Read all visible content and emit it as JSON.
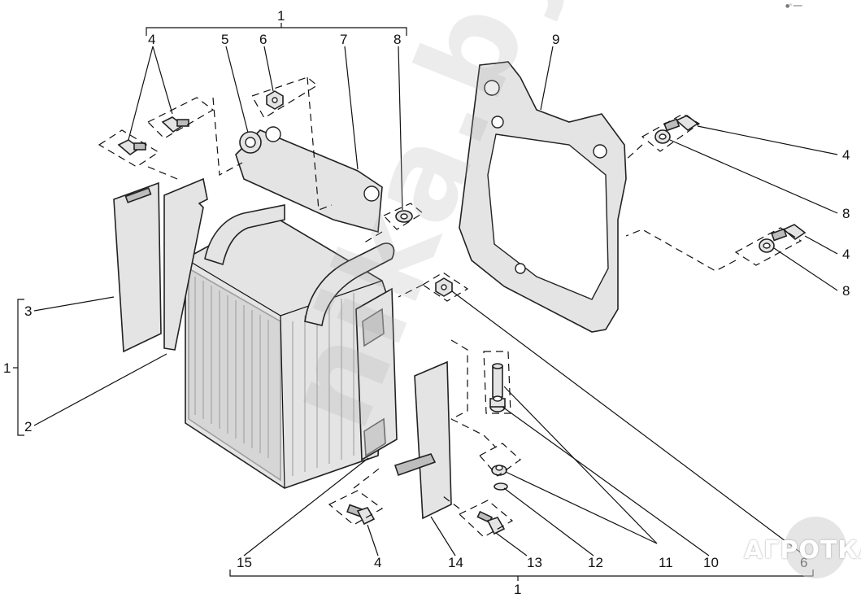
{
  "callouts": {
    "top_group": "1",
    "top_4": "4",
    "top_5": "5",
    "top_6": "6",
    "top_7": "7",
    "top_8": "8",
    "top_9": "9",
    "right_4a": "4",
    "right_8a": "8",
    "right_4b": "4",
    "right_8b": "8",
    "left_3": "3",
    "left_group": "1",
    "left_2": "2",
    "bottom_15": "15",
    "bottom_4": "4",
    "bottom_14": "14",
    "bottom_13": "13",
    "bottom_12": "12",
    "bottom_11": "11",
    "bottom_10": "10",
    "bottom_6": "6",
    "bottom_group": "1"
  },
  "watermark": "nika.by",
  "logo": {
    "text": "АГРОТКА",
    "mark": "●ᴿ ═══"
  }
}
